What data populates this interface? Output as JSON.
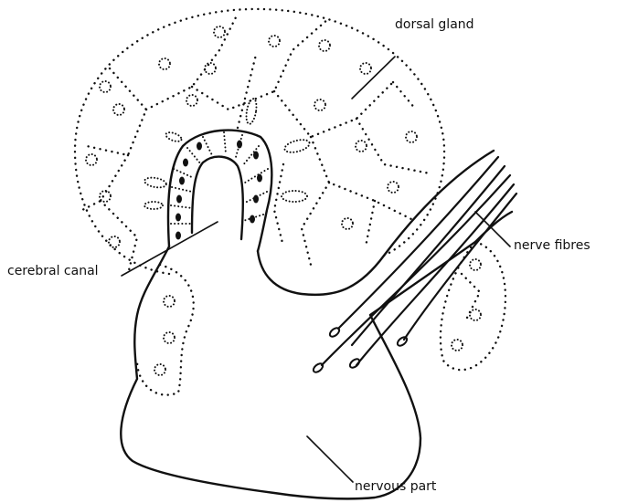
{
  "labels": {
    "dorsal_gland": "dorsal gland",
    "nerve_fibres": "nerve fibres",
    "cerebral_canal": "cerebral canal",
    "nervous_part": "nervous part"
  },
  "colors": {
    "ink": "#111111",
    "background": "#ffffff"
  }
}
